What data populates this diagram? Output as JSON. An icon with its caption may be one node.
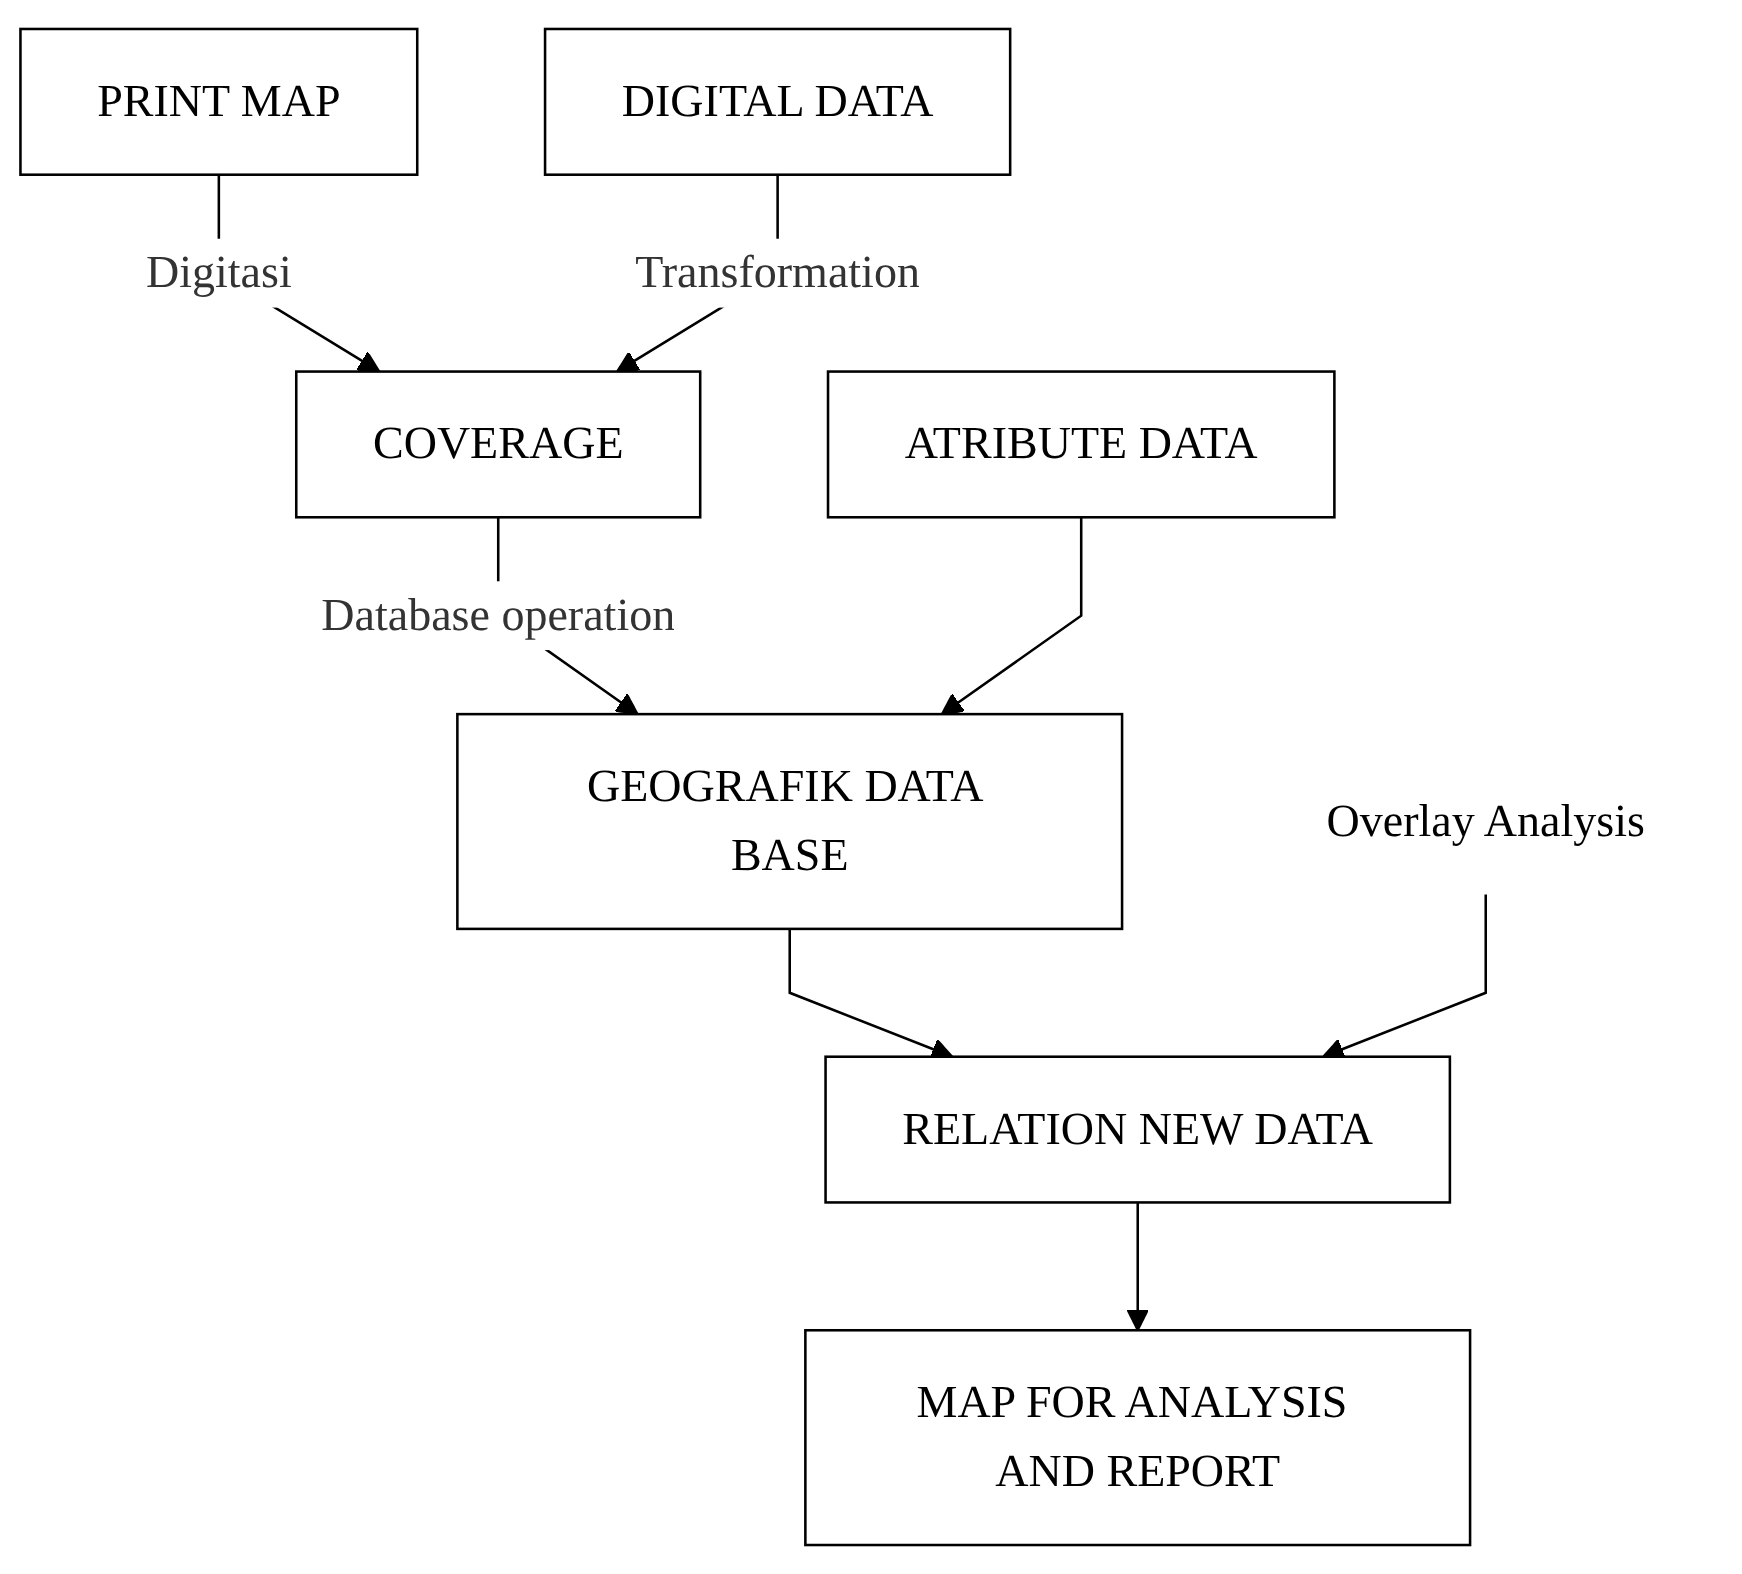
{
  "diagram": {
    "nodes": [
      {
        "text": [
          "PRINT MAP"
        ]
      },
      {
        "text": [
          "DIGITAL DATA"
        ]
      },
      {
        "text": [
          "COVERAGE"
        ]
      },
      {
        "text": [
          "ATRIBUTE DATA"
        ]
      },
      {
        "text": [
          "GEOGRAFIK DATA BASE"
        ]
      },
      {
        "text": [
          "RELATION NEW DATA"
        ]
      },
      {
        "text": [
          "MAP FOR ANALYSIS AND REPORT"
        ]
      },
      {
        "text": [
          "Overlay Analysis"
        ]
      }
    ],
    "edges": [
      {
        "from": 0,
        "to": 2,
        "arrow": "to",
        "label": "Digitasi"
      },
      {
        "from": 1,
        "to": 2,
        "arrow": "to",
        "label": "Transformation"
      },
      {
        "from": 2,
        "to": 4,
        "arrow": "to",
        "label": "Database operation"
      },
      {
        "from": 3,
        "to": 4,
        "arrow": "to"
      },
      {
        "from": 4,
        "to": 5,
        "arrow": "to"
      },
      {
        "from": 7,
        "to": 5,
        "arrow": "to"
      },
      {
        "from": 5,
        "to": 6,
        "arrow": "to"
      }
    ]
  }
}
